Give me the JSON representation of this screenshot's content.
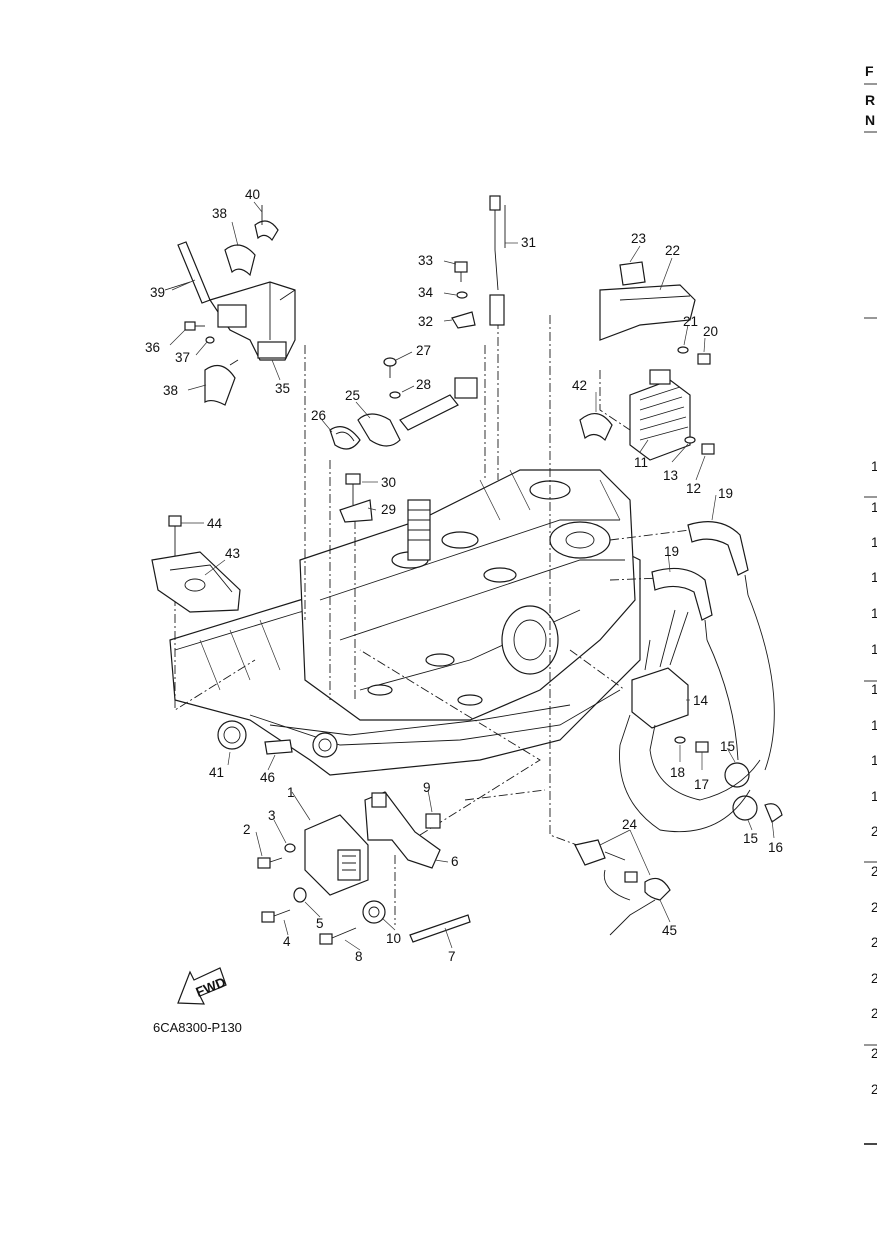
{
  "diagram_code": "6CA8300-P130",
  "fwd_label": "FWD",
  "edge_header": [
    "F",
    "R",
    "N"
  ],
  "edge_numbers": [
    "1",
    "1",
    "1",
    "1",
    "1",
    "1",
    "1",
    "1",
    "1",
    "1",
    "2",
    "2",
    "2",
    "2",
    "2",
    "2",
    "2",
    "2"
  ],
  "callouts": [
    {
      "id": "c1",
      "text": "1"
    },
    {
      "id": "c2",
      "text": "2"
    },
    {
      "id": "c3",
      "text": "3"
    },
    {
      "id": "c4",
      "text": "4"
    },
    {
      "id": "c5",
      "text": "5"
    },
    {
      "id": "c6",
      "text": "6"
    },
    {
      "id": "c7",
      "text": "7"
    },
    {
      "id": "c8",
      "text": "8"
    },
    {
      "id": "c9",
      "text": "9"
    },
    {
      "id": "c10",
      "text": "10"
    },
    {
      "id": "c11",
      "text": "11"
    },
    {
      "id": "c12",
      "text": "12"
    },
    {
      "id": "c13",
      "text": "13"
    },
    {
      "id": "c14",
      "text": "14"
    },
    {
      "id": "c15a",
      "text": "15"
    },
    {
      "id": "c15b",
      "text": "15"
    },
    {
      "id": "c16",
      "text": "16"
    },
    {
      "id": "c17",
      "text": "17"
    },
    {
      "id": "c18",
      "text": "18"
    },
    {
      "id": "c19a",
      "text": "19"
    },
    {
      "id": "c19b",
      "text": "19"
    },
    {
      "id": "c20",
      "text": "20"
    },
    {
      "id": "c21",
      "text": "21"
    },
    {
      "id": "c22",
      "text": "22"
    },
    {
      "id": "c23",
      "text": "23"
    },
    {
      "id": "c24",
      "text": "24"
    },
    {
      "id": "c25",
      "text": "25"
    },
    {
      "id": "c26",
      "text": "26"
    },
    {
      "id": "c27",
      "text": "27"
    },
    {
      "id": "c28",
      "text": "28"
    },
    {
      "id": "c29",
      "text": "29"
    },
    {
      "id": "c30",
      "text": "30"
    },
    {
      "id": "c31",
      "text": "31"
    },
    {
      "id": "c32",
      "text": "32"
    },
    {
      "id": "c33",
      "text": "33"
    },
    {
      "id": "c34",
      "text": "34"
    },
    {
      "id": "c35",
      "text": "35"
    },
    {
      "id": "c36",
      "text": "36"
    },
    {
      "id": "c37",
      "text": "37"
    },
    {
      "id": "c38a",
      "text": "38"
    },
    {
      "id": "c38b",
      "text": "38"
    },
    {
      "id": "c39",
      "text": "39"
    },
    {
      "id": "c40",
      "text": "40"
    },
    {
      "id": "c41",
      "text": "41"
    },
    {
      "id": "c42",
      "text": "42"
    },
    {
      "id": "c43",
      "text": "43"
    },
    {
      "id": "c44",
      "text": "44"
    },
    {
      "id": "c45",
      "text": "45"
    },
    {
      "id": "c46",
      "text": "46"
    }
  ]
}
